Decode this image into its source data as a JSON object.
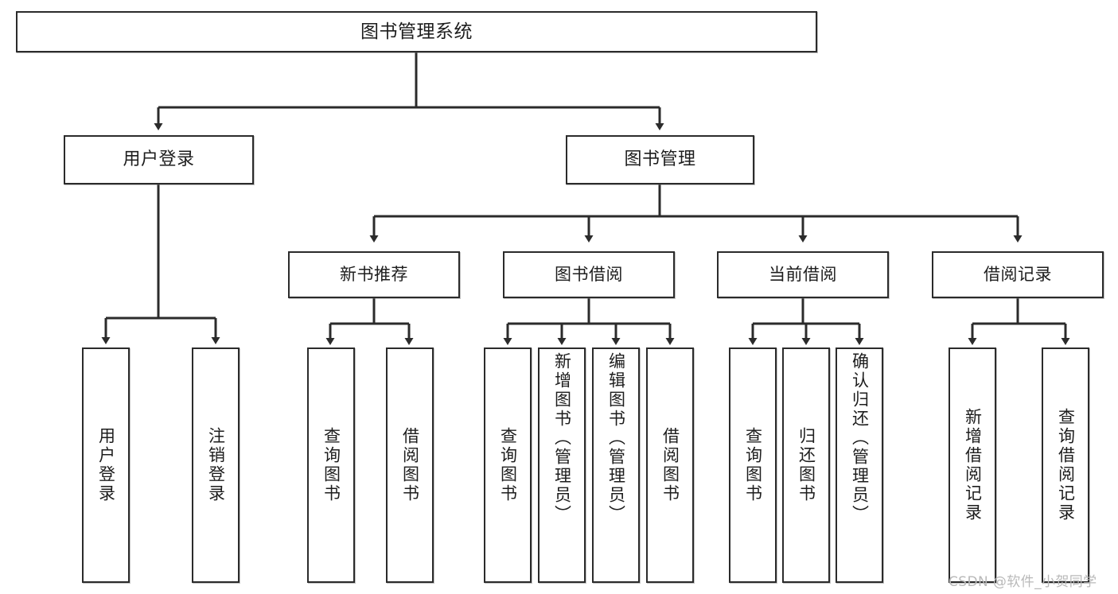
{
  "diagram": {
    "type": "tree-hierarchy-chart",
    "title": "图书管理系统",
    "watermark": "CSDN @软件_小贺同学",
    "colors": {
      "stroke": "#2b2b2b",
      "fill": "#ffffff",
      "text": "#1d1d1d",
      "watermark": "#b9b9b9"
    },
    "nodes": {
      "root": {
        "label": "图书管理系统"
      },
      "level2": [
        {
          "label": "用户登录"
        },
        {
          "label": "图书管理"
        }
      ],
      "level3": [
        {
          "label": "新书推荐"
        },
        {
          "label": "图书借阅"
        },
        {
          "label": "当前借阅"
        },
        {
          "label": "借阅记录"
        }
      ],
      "leaves": {
        "user_login": [
          {
            "label": "用户登录"
          },
          {
            "label": "注销登录"
          }
        ],
        "new_book_recommend": [
          {
            "label": "查询图书"
          },
          {
            "label": "借阅图书"
          }
        ],
        "book_borrow": [
          {
            "label": "查询图书"
          },
          {
            "label": "新增图书（管理员）"
          },
          {
            "label": "编辑图书（管理员）"
          },
          {
            "label": "借阅图书"
          }
        ],
        "current_borrow": [
          {
            "label": "查询图书"
          },
          {
            "label": "归还图书"
          },
          {
            "label": "确认归还（管理员）"
          }
        ],
        "borrow_record": [
          {
            "label": "新增借阅记录"
          },
          {
            "label": "查询借阅记录"
          }
        ]
      }
    }
  }
}
